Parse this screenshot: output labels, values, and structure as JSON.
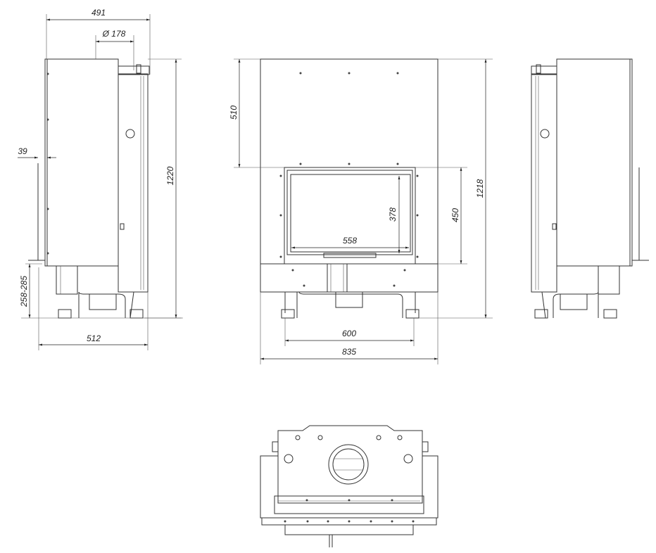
{
  "title": "Fireplace insert dimensional drawing",
  "dimensions": {
    "side_depth_top": "491",
    "flue_diameter": "Ø 178",
    "side_height": "1220",
    "front_offset": "39",
    "leg_height": "258-285",
    "side_depth_bottom": "512",
    "front_upper": "510",
    "glass_height": "378",
    "glass_width": "558",
    "door_height": "450",
    "front_height": "1218",
    "leg_span": "600",
    "front_width": "835"
  },
  "colors": {
    "line": "#333333",
    "background": "#ffffff"
  }
}
